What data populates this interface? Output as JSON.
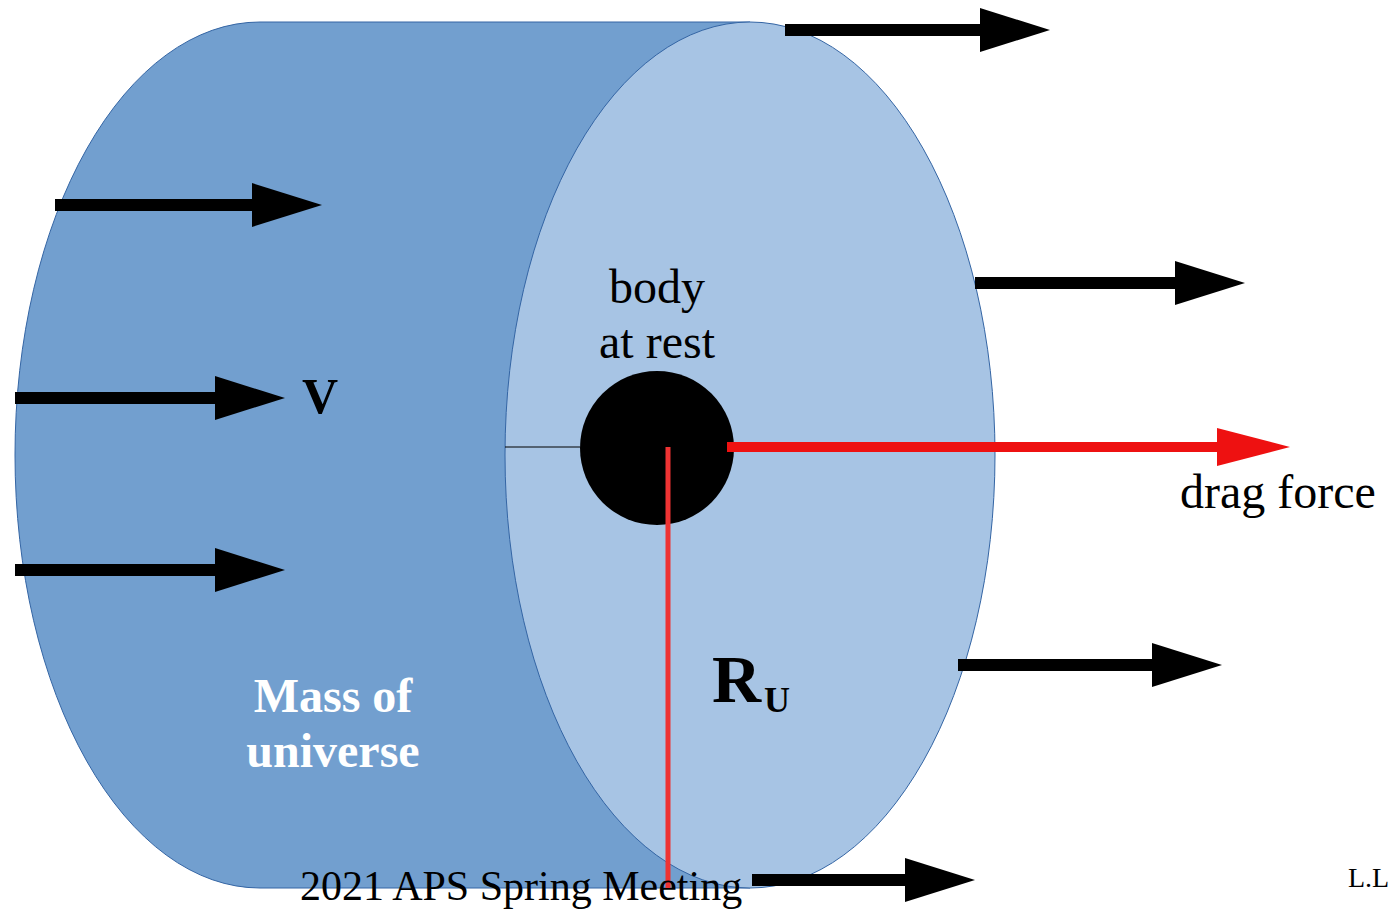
{
  "diagram": {
    "nodes": [
      {
        "text": [
          "V",
          "Mass of universe"
        ]
      },
      {
        "text": [
          "body at rest"
        ],
        "in": 0
      }
    ],
    "labels": [
      "drag force",
      "R",
      "U",
      "2021 APS Spring Meeting",
      "L.L"
    ]
  }
}
